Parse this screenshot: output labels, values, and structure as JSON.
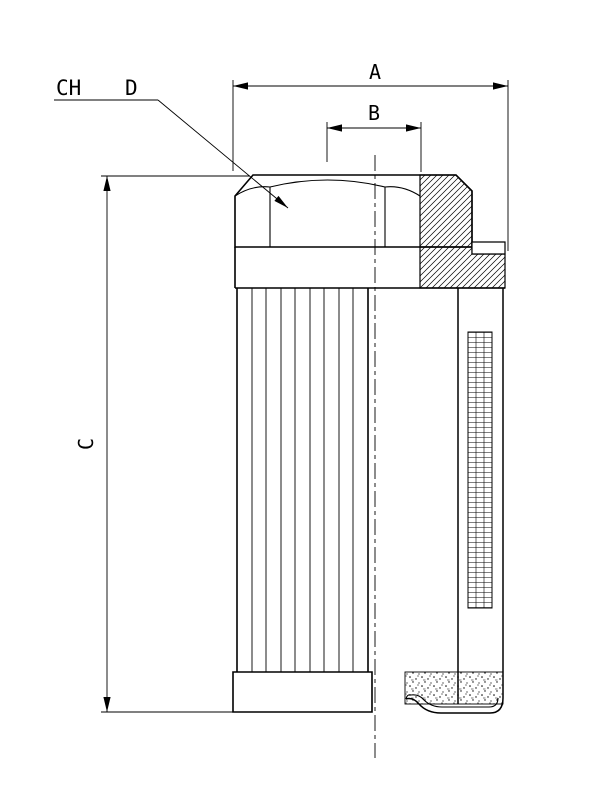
{
  "drawing": {
    "dim_a_label": "A",
    "dim_b_label": "B",
    "dim_c_label": "C",
    "callout_ch_label": "CH",
    "callout_d_label": "D",
    "colors": {
      "line": "#000000",
      "background": "#ffffff"
    }
  }
}
